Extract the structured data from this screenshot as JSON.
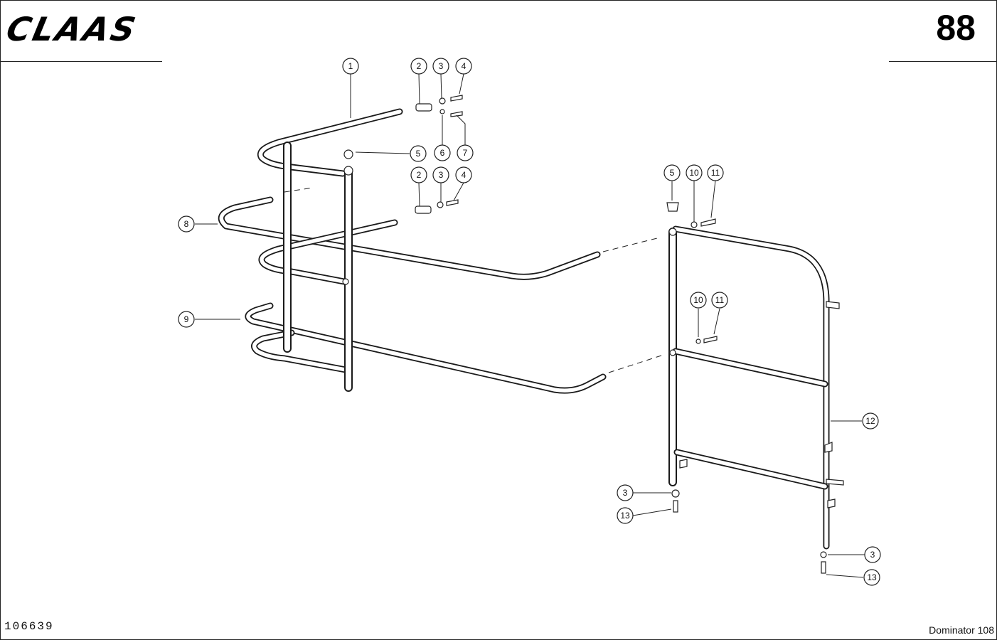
{
  "header": {
    "brand": "CLAAS",
    "page_number": "88"
  },
  "footer": {
    "doc_number": "106639",
    "model": "Dominator 108"
  },
  "callouts": [
    {
      "id": "c1",
      "label": "1"
    },
    {
      "id": "c2a",
      "label": "2"
    },
    {
      "id": "c3a",
      "label": "3"
    },
    {
      "id": "c4a",
      "label": "4"
    },
    {
      "id": "c5a",
      "label": "5"
    },
    {
      "id": "c6",
      "label": "6"
    },
    {
      "id": "c7",
      "label": "7"
    },
    {
      "id": "c2b",
      "label": "2"
    },
    {
      "id": "c3b",
      "label": "3"
    },
    {
      "id": "c4b",
      "label": "4"
    },
    {
      "id": "c8",
      "label": "8"
    },
    {
      "id": "c9",
      "label": "9"
    },
    {
      "id": "c5b",
      "label": "5"
    },
    {
      "id": "c10a",
      "label": "10"
    },
    {
      "id": "c11a",
      "label": "11"
    },
    {
      "id": "c10b",
      "label": "10"
    },
    {
      "id": "c11b",
      "label": "11"
    },
    {
      "id": "c12",
      "label": "12"
    },
    {
      "id": "c3c",
      "label": "3"
    },
    {
      "id": "c13a",
      "label": "13"
    },
    {
      "id": "c3d",
      "label": "3"
    },
    {
      "id": "c13b",
      "label": "13"
    }
  ]
}
